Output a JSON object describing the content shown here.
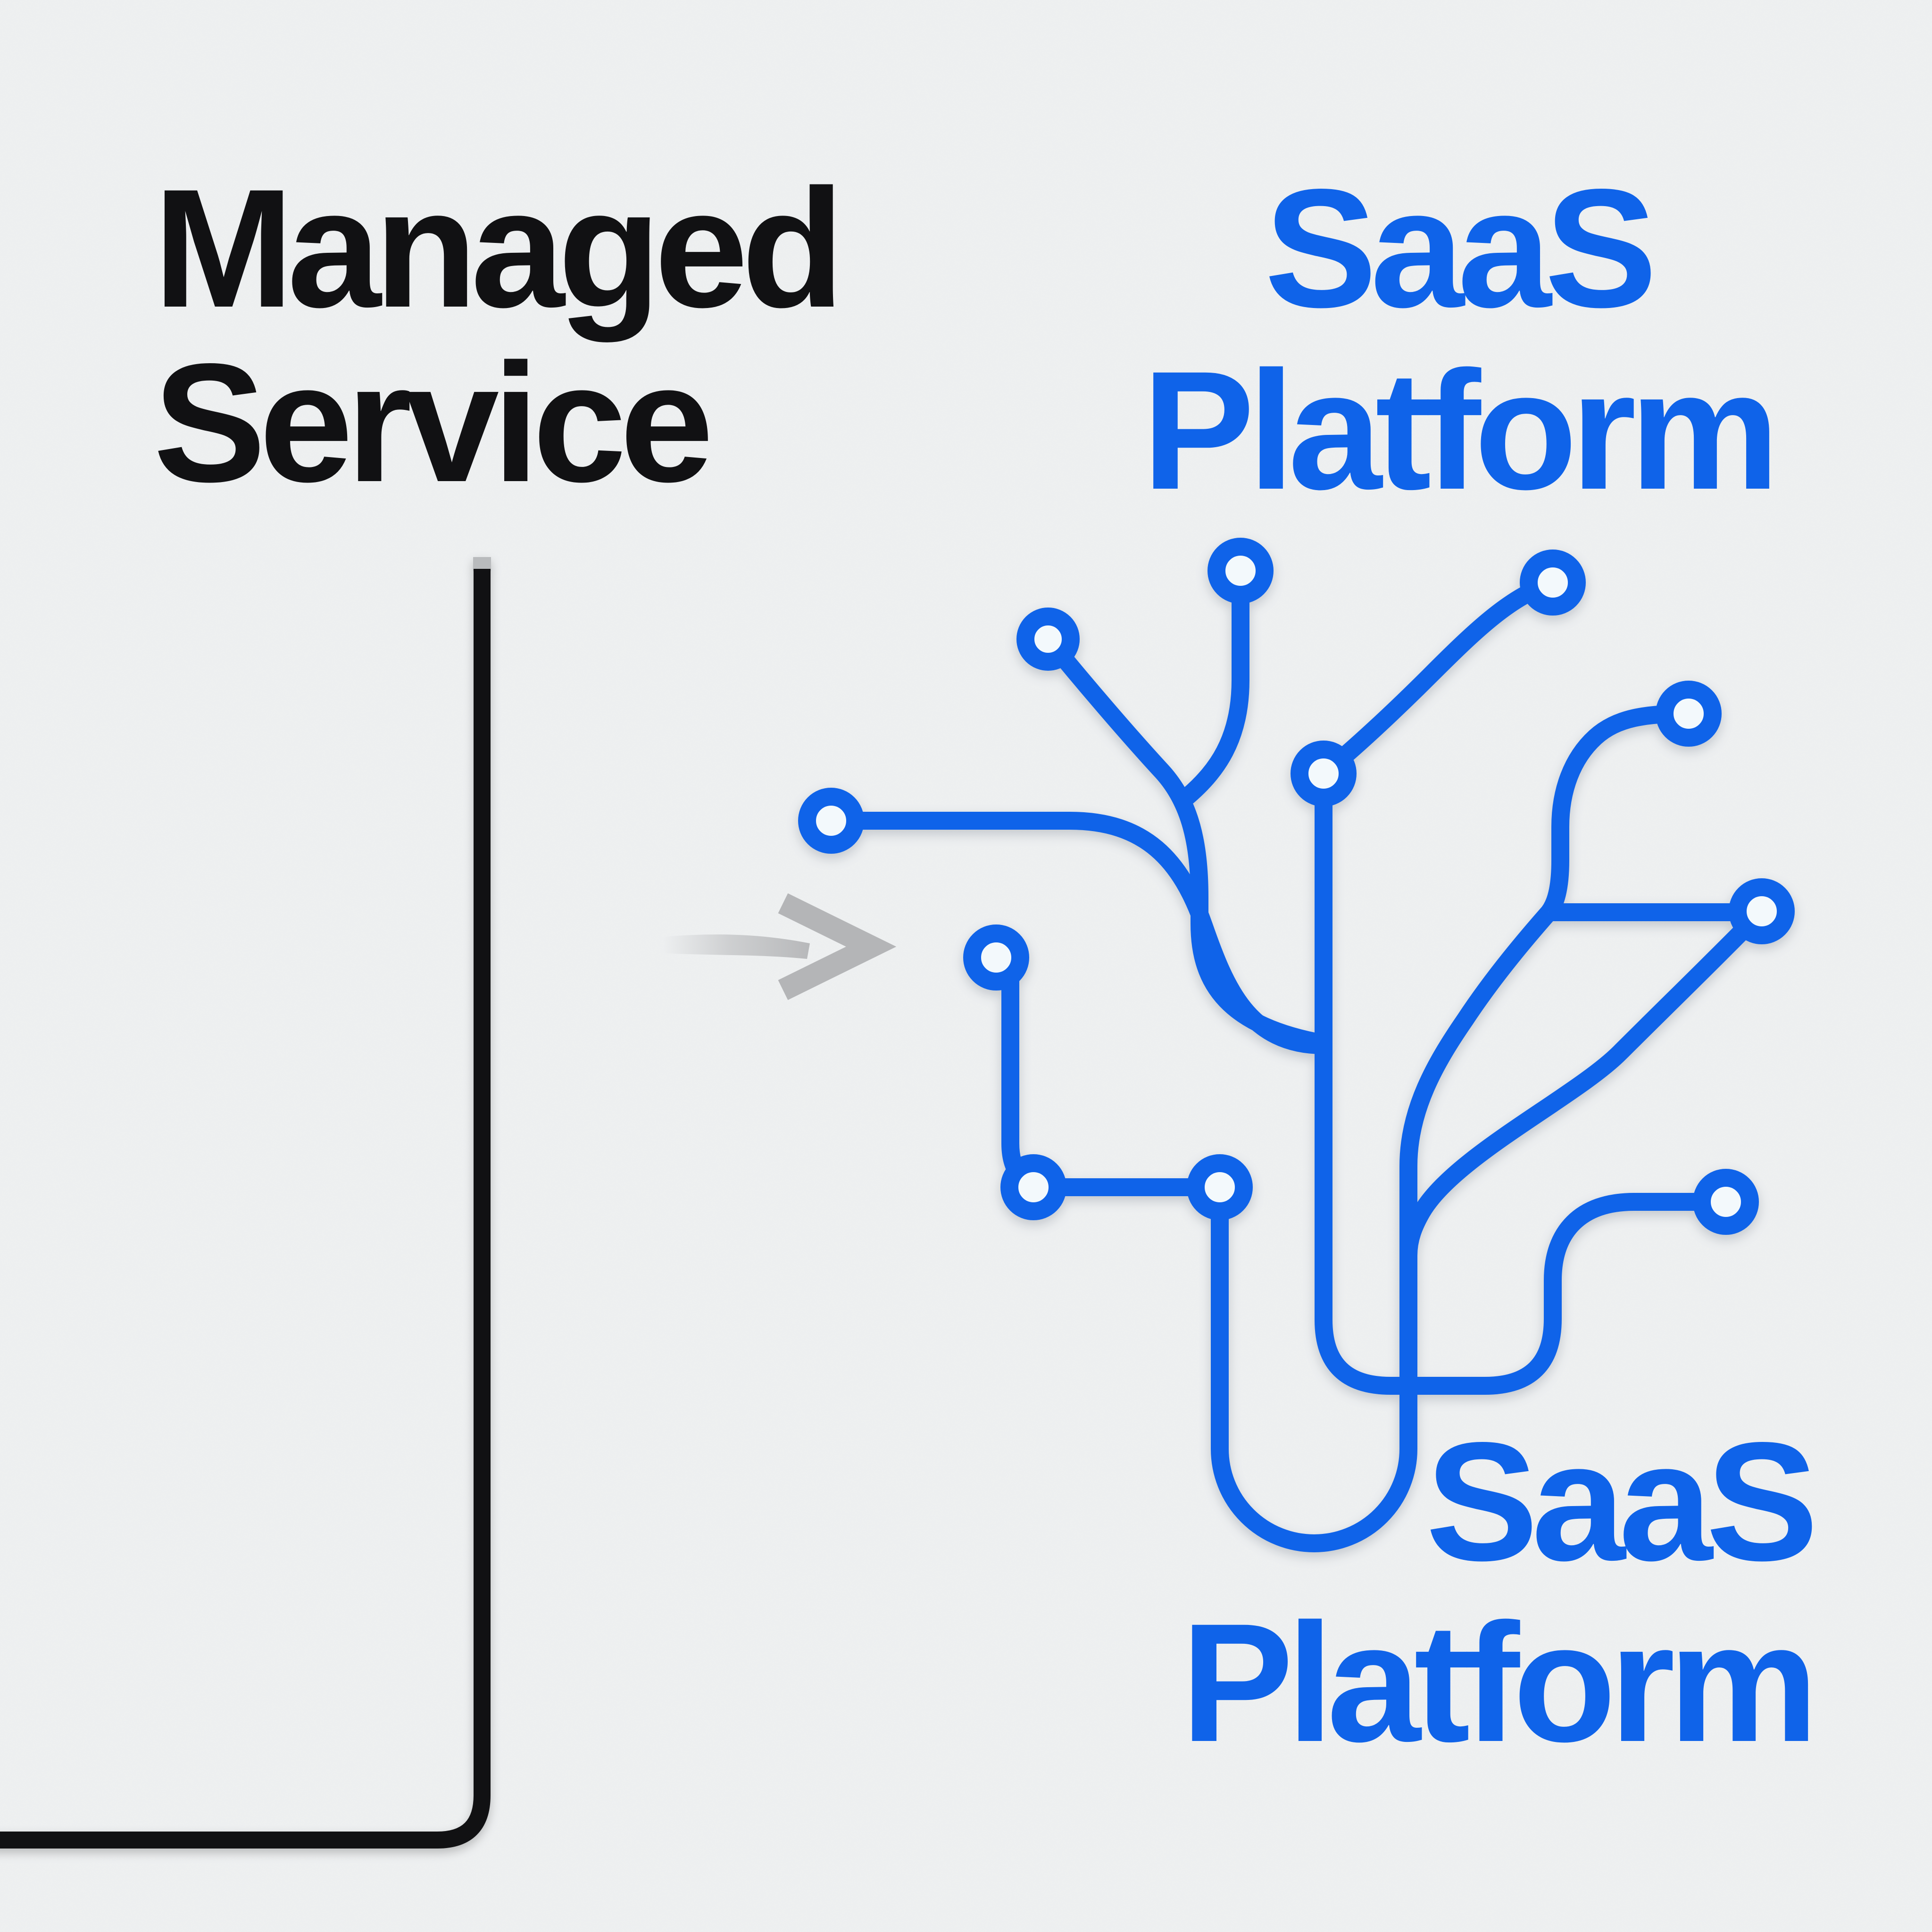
{
  "labels": {
    "left": {
      "line1": "Managed",
      "line2": "Service"
    },
    "top_right": {
      "line1": "SaaS",
      "line2": "Platform"
    },
    "bottom_right": {
      "line1": "SaaS",
      "line2": "Platform"
    }
  },
  "arrow": {
    "direction": "right"
  },
  "diagram": {
    "node_count": 11
  },
  "colors": {
    "background": "#eff1f2",
    "black": "#111113",
    "blue": "#0f63e9",
    "node_fill": "#f3f9fc",
    "gray_arrow": "#b4b5b7",
    "gray_cap": "#b9bbbd"
  }
}
